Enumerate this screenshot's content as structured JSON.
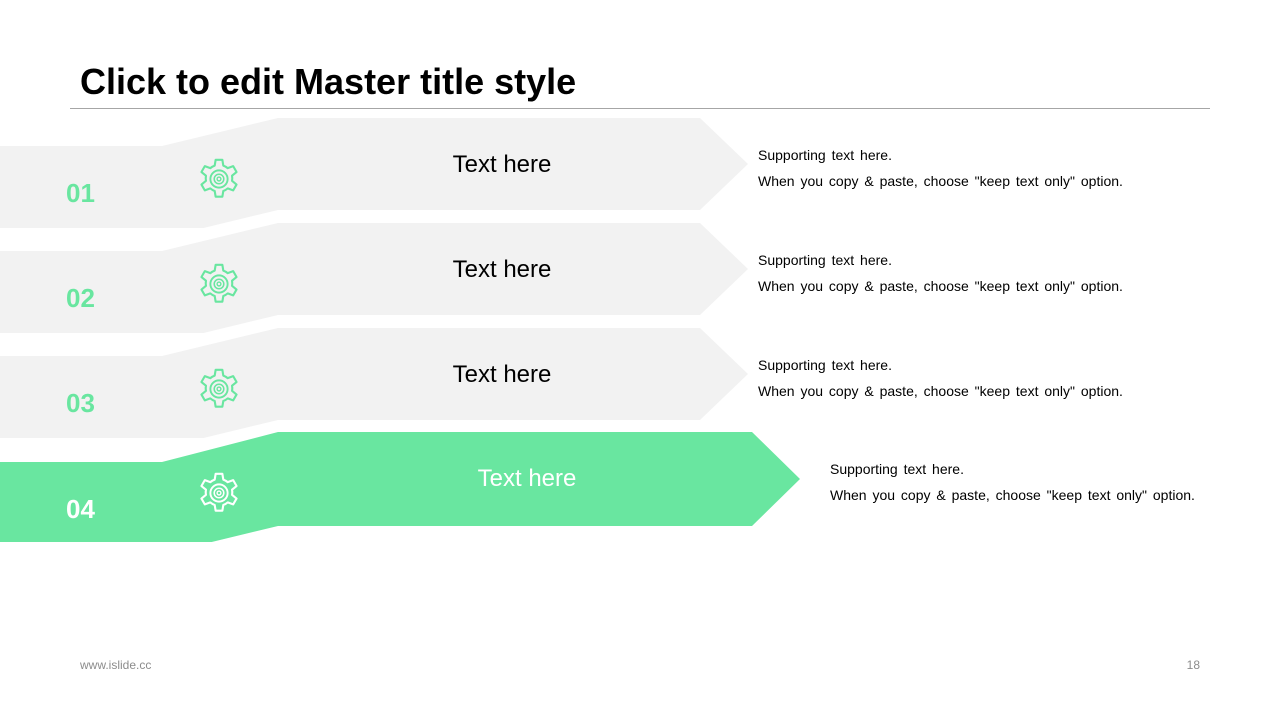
{
  "slide": {
    "title": "Click to edit Master title style",
    "footer_url": "www.islide.cc",
    "page_number": "18"
  },
  "colors": {
    "accent": "#69e6a0",
    "inactive_fill": "#f2f2f2",
    "inactive_number": "#69e6a0",
    "active_text": "#ffffff"
  },
  "rows": [
    {
      "number": "01",
      "label": "Text here",
      "support_line1": "Supporting text here.",
      "support_line2": "When you copy & paste, choose \"keep text only\" option.",
      "active": false,
      "icon": "gear-icon"
    },
    {
      "number": "02",
      "label": "Text here",
      "support_line1": "Supporting text here.",
      "support_line2": "When you copy & paste, choose \"keep text only\" option.",
      "active": false,
      "icon": "gear-icon"
    },
    {
      "number": "03",
      "label": "Text here",
      "support_line1": "Supporting text here.",
      "support_line2": "When you copy & paste, choose \"keep text only\" option.",
      "active": false,
      "icon": "gear-icon"
    },
    {
      "number": "04",
      "label": "Text here",
      "support_line1": "Supporting text here.",
      "support_line2": "When you copy & paste, choose \"keep text only\" option.",
      "active": true,
      "icon": "gear-icon"
    }
  ]
}
